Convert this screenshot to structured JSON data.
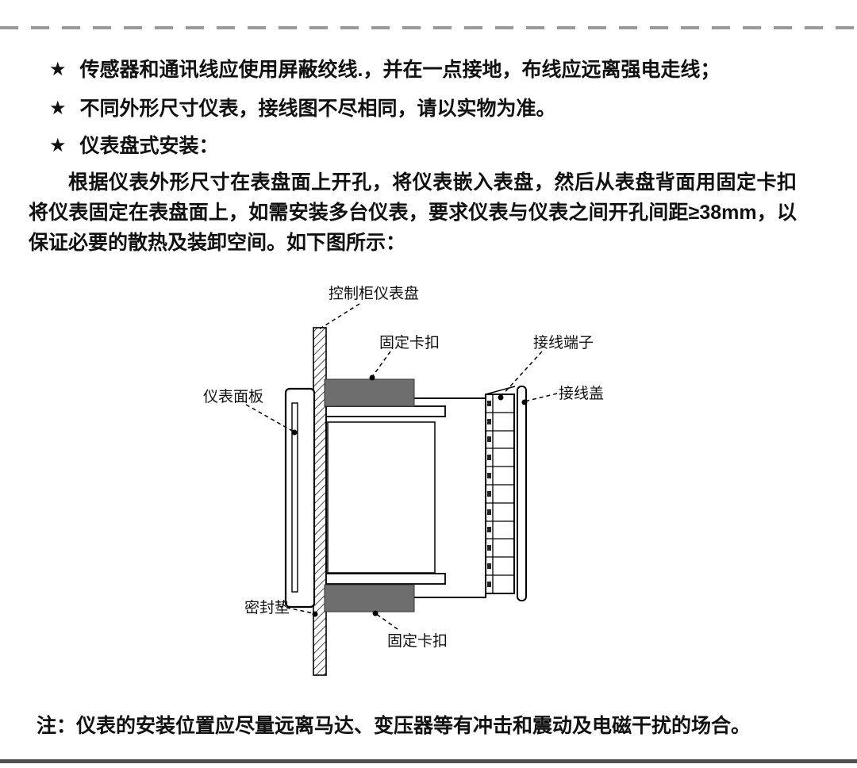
{
  "content": {
    "bullet_marker": "★",
    "bullets": [
      "传感器和通讯线应使用屏蔽绞线.，并在一点接地，布线应远离强电走线；",
      "不同外形尺寸仪表，接线图不尽相同，请以实物为准。",
      "仪表盘式安装："
    ],
    "paragraph": "根据仪表外形尺寸在表盘面上开孔，将仪表嵌入表盘，然后从表盘背面用固定卡扣将仪表固定在表盘面上，如需安装多台仪表，要求仪表与仪表之间开孔间距≥38mm，以保证必要的散热及装卸空间。如下图所示：",
    "note": "注：仪表的安装位置应尽量远离马达、变压器等有冲击和震动及电磁干扰的场合。"
  },
  "diagram": {
    "labels": {
      "panel": "控制柜仪表盘",
      "clip_top": "固定卡扣",
      "terminal": "接线端子",
      "cover": "接线盖",
      "front_panel": "仪表面板",
      "gasket": "密封垫",
      "clip_bottom": "固定卡扣"
    },
    "colors": {
      "clip_fill": "#6e6e6e",
      "line": "#000000"
    }
  }
}
